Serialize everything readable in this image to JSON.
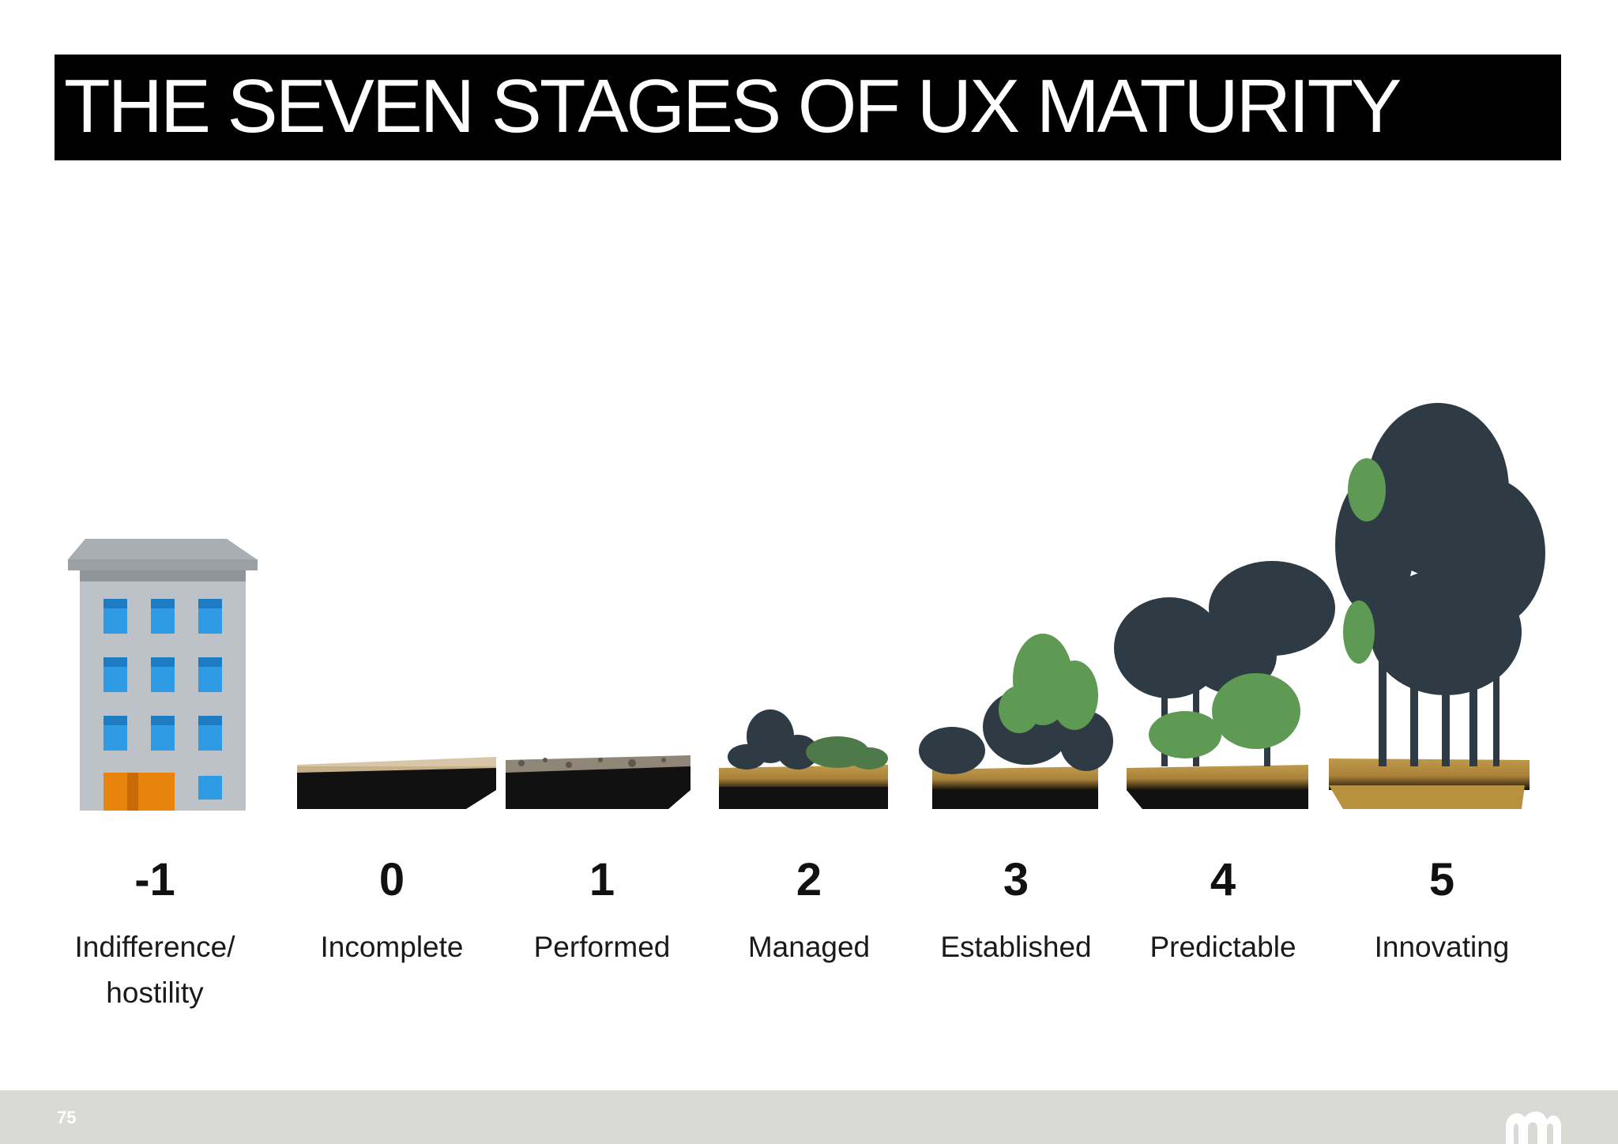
{
  "title": "THE SEVEN STAGES OF UX MATURITY",
  "stages": [
    {
      "number": "-1",
      "label_line1": "Indifference/",
      "label_line2": "hostility",
      "image": "office-building-icon"
    },
    {
      "number": "0",
      "label_line1": "Incomplete",
      "label_line2": "",
      "image": "bare-soil-block"
    },
    {
      "number": "1",
      "label_line1": "Performed",
      "label_line2": "",
      "image": "pebble-soil-block"
    },
    {
      "number": "2",
      "label_line1": "Managed",
      "label_line2": "",
      "image": "shrub-soil-block"
    },
    {
      "number": "3",
      "label_line1": "Established",
      "label_line2": "",
      "image": "bush-soil-block"
    },
    {
      "number": "4",
      "label_line1": "Predictable",
      "label_line2": "",
      "image": "small-trees-soil-block"
    },
    {
      "number": "5",
      "label_line1": "Innovating",
      "label_line2": "",
      "image": "forest-soil-block"
    }
  ],
  "footer": {
    "page_number": "75",
    "logo": "company-logo-icon"
  },
  "colors": {
    "title_bar": "#000000",
    "footer": "#d9d9d6",
    "building": "#bcc2c7",
    "windows": "#2f9be4",
    "door": "#e8830c",
    "soil": "#b8913f",
    "soil_dark": "#111111",
    "foliage": "#2e3b44"
  }
}
